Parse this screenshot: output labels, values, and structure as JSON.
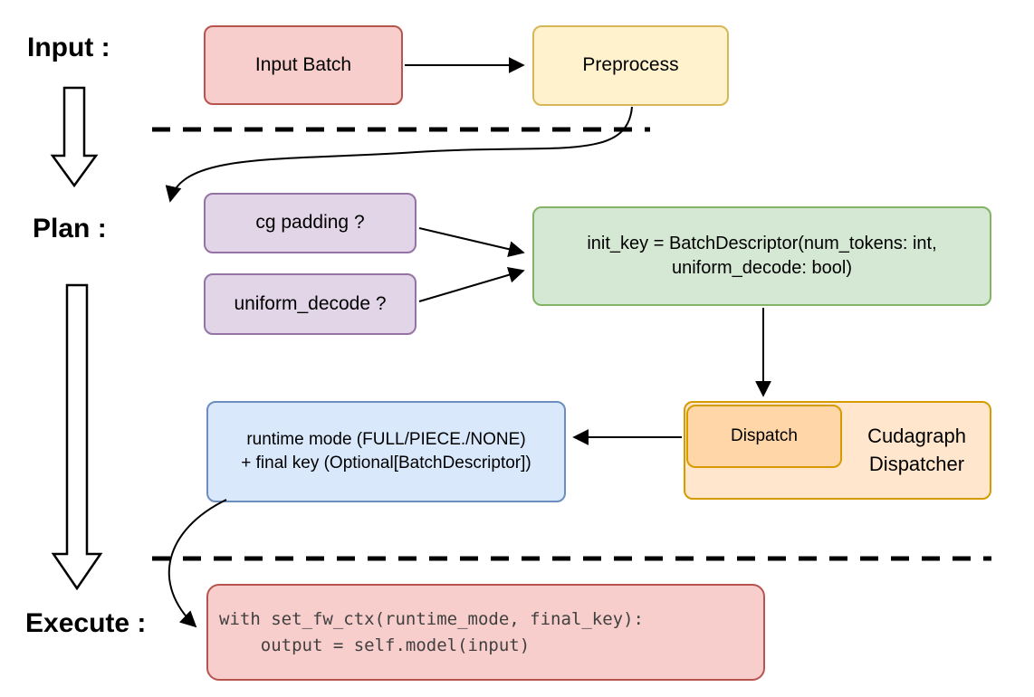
{
  "stages": {
    "input_label": "Input :",
    "plan_label": "Plan :",
    "execute_label": "Execute :"
  },
  "nodes": {
    "input_batch": "Input Batch",
    "preprocess": "Preprocess",
    "cg_padding": "cg padding ?",
    "uniform_decode": "uniform_decode ?",
    "init_key_line1": "init_key = BatchDescriptor(num_tokens: int,",
    "init_key_line2": "uniform_decode: bool)",
    "dispatch": "Dispatch",
    "dispatcher_line1": "Cudagraph",
    "dispatcher_line2": "Dispatcher",
    "runtime_line1": "runtime mode (FULL/PIECE./NONE)",
    "runtime_line2": "+ final key (Optional[BatchDescriptor])",
    "code_line1": "with set_fw_ctx(runtime_mode, final_key):",
    "code_line2": "    output = self.model(input)"
  },
  "colors": {
    "red_fill": "#f8cecc",
    "red_stroke": "#b85450",
    "yellow_fill": "#fff2cc",
    "yellow_stroke": "#d6b656",
    "purple_fill": "#e1d5e7",
    "purple_stroke": "#9673a6",
    "green_fill": "#d5e8d4",
    "green_stroke": "#82b366",
    "blue_fill": "#dae8fc",
    "blue_stroke": "#6c8ebf",
    "orange_outer_fill": "#ffe6cc",
    "orange_inner_fill": "#ffd6a7",
    "orange_stroke": "#d79b00",
    "arrow_color": "#000000",
    "code_text_color": "#404040"
  }
}
